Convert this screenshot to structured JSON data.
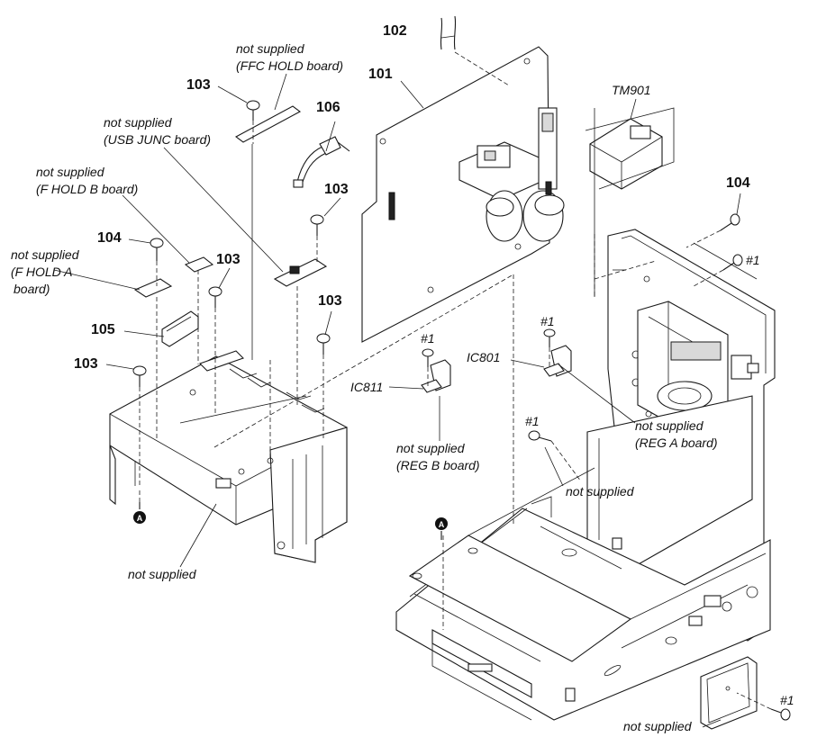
{
  "labels": {
    "n101": "101",
    "n102": "102",
    "n103a": "103",
    "n103b": "103",
    "n103c": "103",
    "n103d": "103",
    "n103e": "103",
    "n104a": "104",
    "n104b": "104",
    "n105": "105",
    "n106": "106",
    "tm901": "TM901",
    "ic801": "IC801",
    "ic811": "IC811",
    "m1a": "#1",
    "m1b": "#1",
    "m1c": "#1",
    "m1d": "#1",
    "m1e": "#1",
    "ffc_l1": "not supplied",
    "ffc_l2": "(FFC HOLD board)",
    "usb_l1": "not supplied",
    "usb_l2": "(USB JUNC board)",
    "fholdb_l1": "not supplied",
    "fholdb_l2": "(F HOLD B board)",
    "fholda_l1": "not supplied",
    "fholda_l2": "(F HOLD A",
    "fholda_l3": "board)",
    "rega_l1": "not supplied",
    "rega_l2": "(REG A board)",
    "regb_l1": "not supplied",
    "regb_l2": "(REG B board)",
    "ns_center": "not supplied",
    "ns_left": "not supplied",
    "ns_bottom": "not supplied",
    "ref_a1": "A",
    "ref_a2": "A"
  },
  "icons": [
    "screw-icon",
    "reference-a-icon"
  ]
}
